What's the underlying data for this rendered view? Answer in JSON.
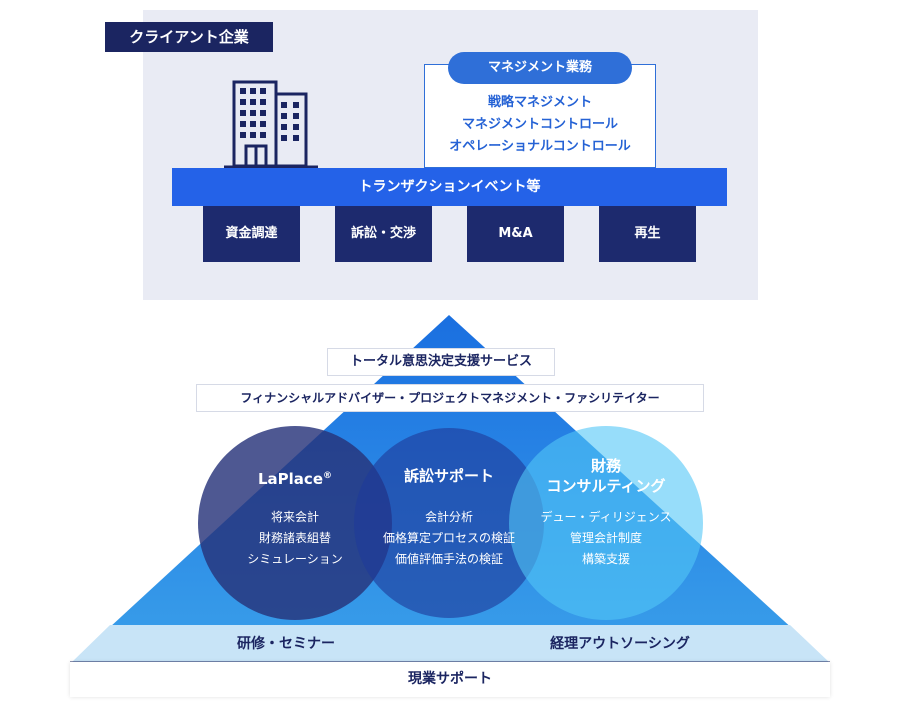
{
  "client": {
    "label": "クライアント企業",
    "management": {
      "title": "マネジメント業務",
      "items": [
        "戦略マネジメント",
        "マネジメントコントロール",
        "オペレーショナルコントロール"
      ]
    },
    "transaction_bar": "トランザクションイベント等",
    "events": [
      "資金調達",
      "訴訟・交渉",
      "M&A",
      "再生"
    ]
  },
  "pyramid": {
    "top_tag": "トータル意思決定支援サービス",
    "second_tag": "フィナンシャルアドバイザー・プロジェクトマネジメント・ファシリテイター",
    "circles": [
      {
        "title": "LaPlace",
        "title_sup": "®",
        "items": [
          "将来会計",
          "財務諸表組替",
          "シミュレーション"
        ]
      },
      {
        "title": "訴訟サポート",
        "items": [
          "会計分析",
          "価格算定プロセスの検証",
          "価値評価手法の検証"
        ]
      },
      {
        "title_lines": [
          "財務",
          "コンサルティング"
        ],
        "items": [
          "デュー・ディリジェンス",
          "管理会計制度",
          "構築支援"
        ]
      }
    ],
    "bottom_left": "研修・セミナー",
    "bottom_right": "経理アウトソーシング",
    "base": "現業サポート"
  },
  "colors": {
    "navy": "#1b2561",
    "blue": "#2462e8",
    "pyramid": "#1f7fe6",
    "circle_left": "#27337a",
    "circle_mid": "#1e3a99",
    "circle_right": "#3db4ee",
    "panel": "#e9ebf4"
  }
}
